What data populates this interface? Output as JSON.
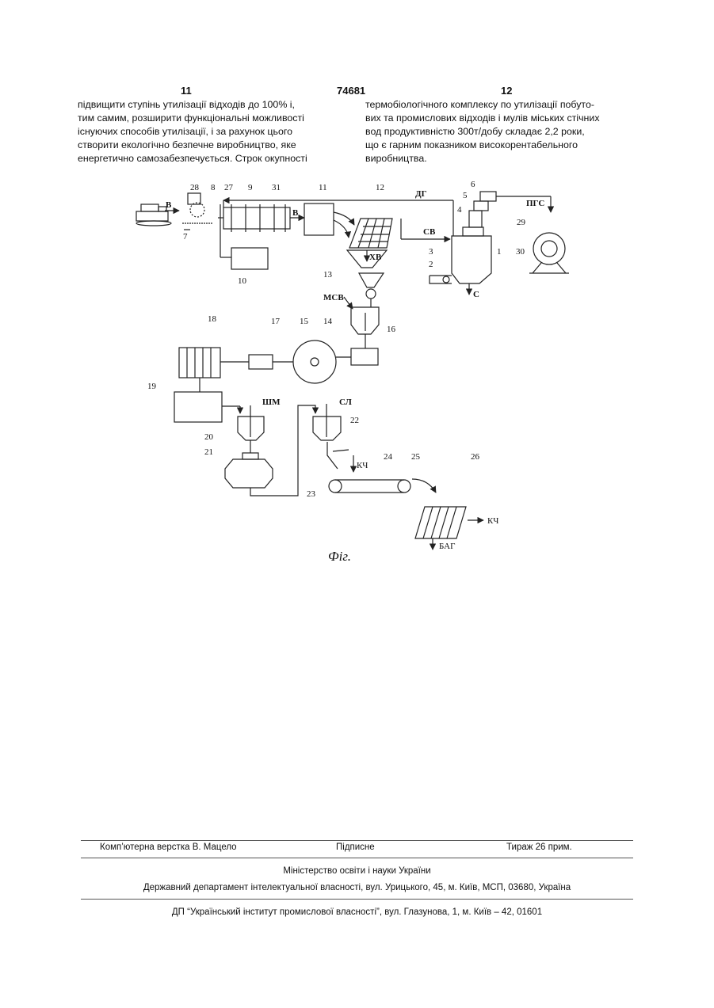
{
  "header": {
    "page_left": "11",
    "patent_number": "74681",
    "page_right": "12"
  },
  "columns": {
    "left": [
      "підвищити ступінь утилізації відходів до 100% і,",
      "тим самим, розширити функціональні можливості",
      "існуючих способів утилізації, і за рахунок цього",
      "створити екологічно безпечне виробництво, яке",
      "енергетично самозабезпечується. Строк окупності"
    ],
    "right": [
      "термобіологічного комплексу по утилізації побуто-",
      "вих та промислових відходів і мулів міських стічних",
      "вод продуктивністю 300т/добу складає 2,2 роки,",
      "що є гарним показником високорентабельного",
      "виробництва."
    ]
  },
  "figure": {
    "numbers": [
      "28",
      "8",
      "27",
      "9",
      "31",
      "11",
      "12",
      "6",
      "5",
      "4",
      "29",
      "30",
      "1",
      "3",
      "2",
      "7",
      "10",
      "13",
      "18",
      "17",
      "15",
      "14",
      "16",
      "19",
      "20",
      "21",
      "22",
      "24",
      "25",
      "26",
      "23"
    ],
    "streams": {
      "v1": "В",
      "v2": "В",
      "dg": "ДГ",
      "pgs": "ПГС",
      "sv": "СВ",
      "hv": "ХВ",
      "c": "С",
      "msv": "МСВ",
      "shm": "ШМ",
      "sl": "СЛ",
      "kch1": "КЧ",
      "kch2": "КЧ",
      "bag": "БАГ"
    },
    "caption": "Фіг."
  },
  "footer": {
    "typesetting": "Комп’ютерна верстка В. Мацело",
    "signed": "Підписне",
    "circulation": "Тираж 26 прим.",
    "ministry": "Міністерство освіти і науки України",
    "department": "Державний департамент інтелектуальної власності, вул. Урицького, 45, м. Київ, МСП, 03680, Україна",
    "institute": "ДП “Український інститут промислової власності”, вул. Глазунова, 1, м. Київ – 42, 01601"
  }
}
